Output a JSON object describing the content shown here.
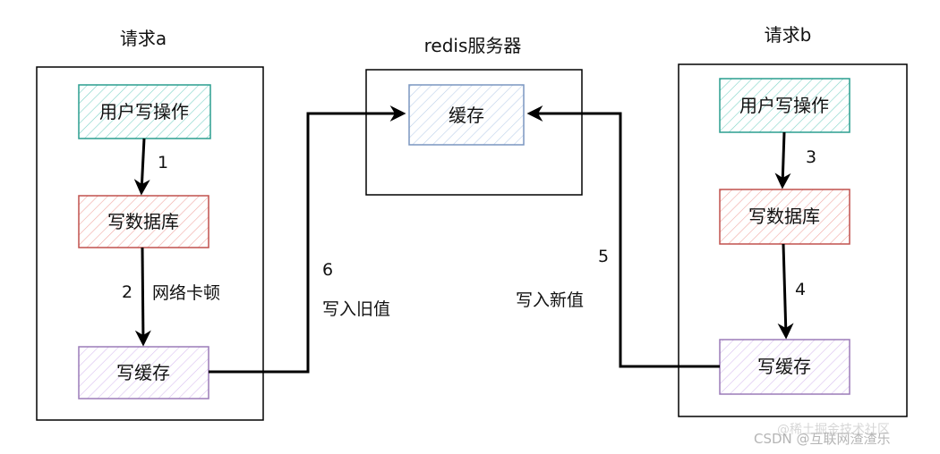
{
  "groups": {
    "request_a": "请求a",
    "redis_server": "redis服务器",
    "request_b": "请求b"
  },
  "nodes": {
    "a_user_write": "用户写操作",
    "a_write_db": "写数据库",
    "a_write_cache": "写缓存",
    "cache": "缓存",
    "b_user_write": "用户写操作",
    "b_write_db": "写数据库",
    "b_write_cache": "写缓存"
  },
  "edges": {
    "step1": "1",
    "step2": "2",
    "step2_note": "网络卡顿",
    "step3": "3",
    "step4": "4",
    "step5": "5",
    "step5_note": "写入新值",
    "step6": "6",
    "step6_note": "写入旧值"
  },
  "watermark": "CSDN @互联网渣渣乐",
  "watermark_behind": "@稀土掘金技术社区",
  "colors": {
    "teal": "#2a9d8f",
    "red": "#c0504d",
    "purple": "#9b7bb8",
    "blue": "#7a96c0",
    "line": "#000000"
  }
}
